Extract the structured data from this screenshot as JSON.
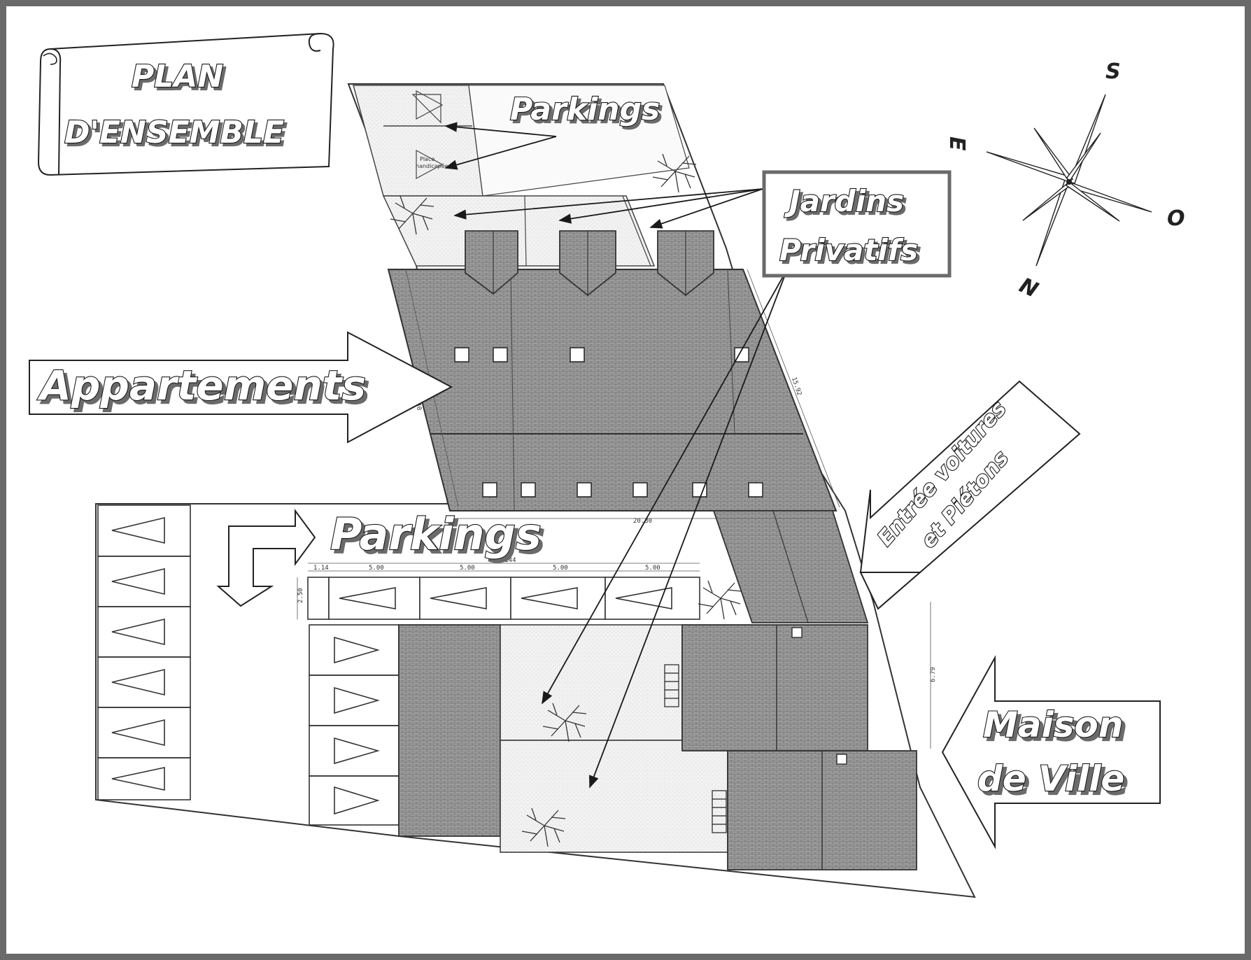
{
  "title": {
    "line1": "PLAN",
    "line2": "D'ENSEMBLE"
  },
  "labels": {
    "parkings_top": "Parkings",
    "jardins_line1": "Jardins",
    "jardins_line2": "Privatifs",
    "appartements": "Appartements",
    "entree_line1": "Entrée voitures",
    "entree_line2": "et Piétons",
    "parkings_bottom": "Parkings",
    "maison_line1": "Maison",
    "maison_line2": "de Ville",
    "handicap_line1": "Place",
    "handicap_line2": "handicapée"
  },
  "compass": {
    "s": "S",
    "e": "E",
    "o": "O",
    "n": "N"
  },
  "dimensions": {
    "d1": "20.30",
    "d2": "21.144",
    "d3": "1.14",
    "d4": "5.00",
    "d5": "5.00",
    "d6": "5.00",
    "d7": "5.00",
    "d8": "2.50",
    "d9": "15.40",
    "d10": "15.92",
    "d11": "6.79"
  },
  "colors": {
    "frame": "#6a6a6a",
    "roof": "#9a9a9a",
    "ink": "#1a1a1a"
  }
}
